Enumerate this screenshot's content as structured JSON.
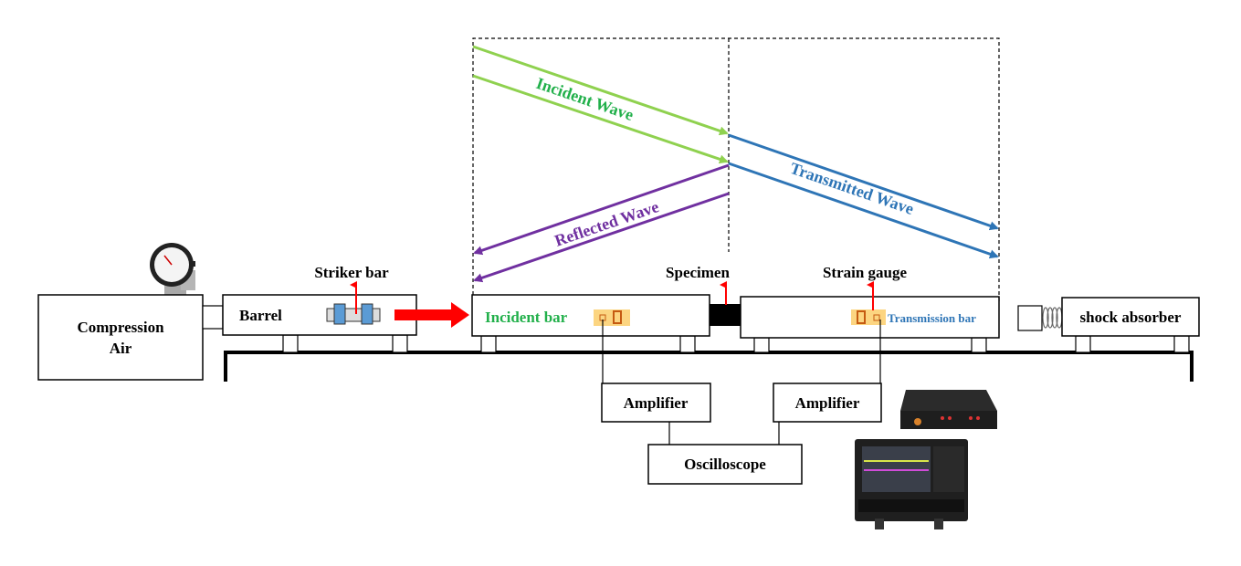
{
  "labels": {
    "compression_air": [
      "Compression",
      "Air"
    ],
    "barrel": "Barrel",
    "striker_bar": "Striker bar",
    "incident_bar": "Incident bar",
    "specimen": "Specimen",
    "strain_gauge": "Strain gauge",
    "transmission_bar": "Transmission bar",
    "shock_absorber": "shock absorber",
    "amplifier_1": "Amplifier",
    "amplifier_2": "Amplifier",
    "oscilloscope": "Oscilloscope",
    "incident_wave": "Incident Wave",
    "reflected_wave": "Reflected Wave",
    "transmitted_wave": "Transmitted Wave"
  },
  "colors": {
    "incident": "#22b04b",
    "incident_wave": "#8fd14f",
    "reflected": "#7030a0",
    "transmitted": "#2e75b6",
    "arrow_red": "#ff0000",
    "gauge_bg": "#fcd581",
    "gauge_fg": "#c55a11",
    "striker_blue": "#5b9bd5"
  }
}
